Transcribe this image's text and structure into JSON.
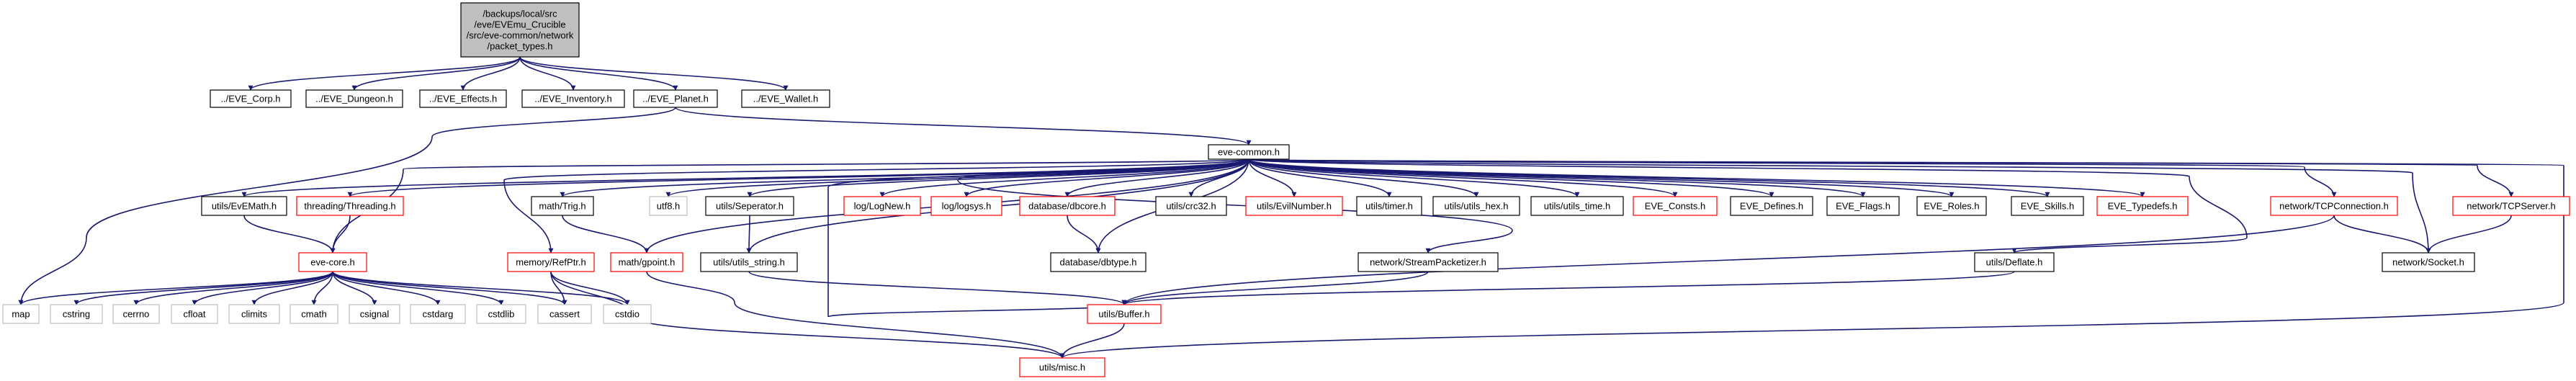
{
  "colors": {
    "edge": "#191970",
    "root_fill": "#bfbfbf",
    "box_stroke_normal": "#000000",
    "box_stroke_missing_doc": "#ff0000",
    "box_stroke_external": "#bfbfbf",
    "label_normal": "#000000",
    "label_external": "#444444"
  },
  "nodes": [
    {
      "id": "root",
      "lines": [
        "/backups/local/src",
        "/eve/EVEmu_Crucible",
        "/src/eve-common/network",
        "/packet_types.h"
      ],
      "style": "root"
    },
    {
      "id": "corp",
      "lines": [
        "../EVE_Corp.h"
      ],
      "style": "normal"
    },
    {
      "id": "dungeon",
      "lines": [
        "../EVE_Dungeon.h"
      ],
      "style": "normal"
    },
    {
      "id": "effects",
      "lines": [
        "../EVE_Effects.h"
      ],
      "style": "normal"
    },
    {
      "id": "inventory",
      "lines": [
        "../EVE_Inventory.h"
      ],
      "style": "normal"
    },
    {
      "id": "planet",
      "lines": [
        "../EVE_Planet.h"
      ],
      "style": "normal"
    },
    {
      "id": "wallet",
      "lines": [
        "../EVE_Wallet.h"
      ],
      "style": "normal"
    },
    {
      "id": "evecommon",
      "lines": [
        "eve-common.h"
      ],
      "style": "normal"
    },
    {
      "id": "evemath",
      "lines": [
        "utils/EvEMath.h"
      ],
      "style": "normal"
    },
    {
      "id": "threading",
      "lines": [
        "threading/Threading.h"
      ],
      "style": "red"
    },
    {
      "id": "evecore",
      "lines": [
        "eve-core.h"
      ],
      "style": "red"
    },
    {
      "id": "map",
      "lines": [
        "map"
      ],
      "style": "ext"
    },
    {
      "id": "cstring",
      "lines": [
        "cstring"
      ],
      "style": "ext"
    },
    {
      "id": "cerrno",
      "lines": [
        "cerrno"
      ],
      "style": "ext"
    },
    {
      "id": "cfloat",
      "lines": [
        "cfloat"
      ],
      "style": "ext"
    },
    {
      "id": "climits",
      "lines": [
        "climits"
      ],
      "style": "ext"
    },
    {
      "id": "cmath",
      "lines": [
        "cmath"
      ],
      "style": "ext"
    },
    {
      "id": "csignal",
      "lines": [
        "csignal"
      ],
      "style": "ext"
    },
    {
      "id": "cstdarg",
      "lines": [
        "cstdarg"
      ],
      "style": "ext"
    },
    {
      "id": "cstdlib",
      "lines": [
        "cstdlib"
      ],
      "style": "ext"
    },
    {
      "id": "cassert",
      "lines": [
        "cassert"
      ],
      "style": "ext"
    },
    {
      "id": "cstdio",
      "lines": [
        "cstdio"
      ],
      "style": "ext"
    },
    {
      "id": "refptr",
      "lines": [
        "memory/RefPtr.h"
      ],
      "style": "red"
    },
    {
      "id": "trig",
      "lines": [
        "math/Trig.h"
      ],
      "style": "normal"
    },
    {
      "id": "gpoint",
      "lines": [
        "math/gpoint.h"
      ],
      "style": "red"
    },
    {
      "id": "utf8",
      "lines": [
        "utf8.h"
      ],
      "style": "ext"
    },
    {
      "id": "seperator",
      "lines": [
        "utils/Seperator.h"
      ],
      "style": "normal"
    },
    {
      "id": "utilsstring",
      "lines": [
        "utils/utils_string.h"
      ],
      "style": "normal"
    },
    {
      "id": "lognew",
      "lines": [
        "log/LogNew.h"
      ],
      "style": "red"
    },
    {
      "id": "logsys",
      "lines": [
        "log/logsys.h"
      ],
      "style": "red"
    },
    {
      "id": "dbcore",
      "lines": [
        "database/dbcore.h"
      ],
      "style": "red"
    },
    {
      "id": "dbtype",
      "lines": [
        "database/dbtype.h"
      ],
      "style": "normal"
    },
    {
      "id": "crc32",
      "lines": [
        "utils/crc32.h"
      ],
      "style": "normal"
    },
    {
      "id": "evilnumber",
      "lines": [
        "utils/EvilNumber.h"
      ],
      "style": "red"
    },
    {
      "id": "timer",
      "lines": [
        "utils/timer.h"
      ],
      "style": "normal"
    },
    {
      "id": "hex",
      "lines": [
        "utils/utils_hex.h"
      ],
      "style": "normal"
    },
    {
      "id": "time",
      "lines": [
        "utils/utils_time.h"
      ],
      "style": "normal"
    },
    {
      "id": "consts",
      "lines": [
        "EVE_Consts.h"
      ],
      "style": "red"
    },
    {
      "id": "defines",
      "lines": [
        "EVE_Defines.h"
      ],
      "style": "normal"
    },
    {
      "id": "flags",
      "lines": [
        "EVE_Flags.h"
      ],
      "style": "normal"
    },
    {
      "id": "roles",
      "lines": [
        "EVE_Roles.h"
      ],
      "style": "normal"
    },
    {
      "id": "skills",
      "lines": [
        "EVE_Skills.h"
      ],
      "style": "normal"
    },
    {
      "id": "typedefs",
      "lines": [
        "EVE_Typedefs.h"
      ],
      "style": "red"
    },
    {
      "id": "tcpconn",
      "lines": [
        "network/TCPConnection.h"
      ],
      "style": "red"
    },
    {
      "id": "tcpserver",
      "lines": [
        "network/TCPServer.h"
      ],
      "style": "red"
    },
    {
      "id": "streampack",
      "lines": [
        "network/StreamPacketizer.h"
      ],
      "style": "normal"
    },
    {
      "id": "deflate",
      "lines": [
        "utils/Deflate.h"
      ],
      "style": "normal"
    },
    {
      "id": "socket",
      "lines": [
        "network/Socket.h"
      ],
      "style": "normal"
    },
    {
      "id": "buffer",
      "lines": [
        "utils/Buffer.h"
      ],
      "style": "red"
    },
    {
      "id": "misc",
      "lines": [
        "utils/misc.h"
      ],
      "style": "red"
    }
  ],
  "edges": [
    [
      "root",
      "corp"
    ],
    [
      "root",
      "dungeon"
    ],
    [
      "root",
      "effects"
    ],
    [
      "root",
      "inventory"
    ],
    [
      "root",
      "planet"
    ],
    [
      "root",
      "wallet"
    ],
    [
      "planet",
      "evecommon"
    ],
    [
      "planet",
      "map"
    ],
    [
      "evecommon",
      "evemath"
    ],
    [
      "evecommon",
      "threading"
    ],
    [
      "evecommon",
      "evecore"
    ],
    [
      "evecommon",
      "refptr"
    ],
    [
      "evecommon",
      "trig"
    ],
    [
      "evecommon",
      "gpoint"
    ],
    [
      "evecommon",
      "utf8"
    ],
    [
      "evecommon",
      "seperator"
    ],
    [
      "evecommon",
      "utilsstring"
    ],
    [
      "evecommon",
      "lognew"
    ],
    [
      "evecommon",
      "logsys"
    ],
    [
      "evecommon",
      "dbcore"
    ],
    [
      "evecommon",
      "dbtype"
    ],
    [
      "evecommon",
      "crc32"
    ],
    [
      "evecommon",
      "evilnumber"
    ],
    [
      "evecommon",
      "timer"
    ],
    [
      "evecommon",
      "hex"
    ],
    [
      "evecommon",
      "time"
    ],
    [
      "evecommon",
      "consts"
    ],
    [
      "evecommon",
      "defines"
    ],
    [
      "evecommon",
      "flags"
    ],
    [
      "evecommon",
      "roles"
    ],
    [
      "evecommon",
      "skills"
    ],
    [
      "evecommon",
      "typedefs"
    ],
    [
      "evecommon",
      "tcpconn"
    ],
    [
      "evecommon",
      "tcpserver"
    ],
    [
      "evecommon",
      "streampack"
    ],
    [
      "evecommon",
      "deflate"
    ],
    [
      "evecommon",
      "socket"
    ],
    [
      "evecommon",
      "buffer"
    ],
    [
      "evecommon",
      "misc"
    ],
    [
      "evemath",
      "evecore"
    ],
    [
      "threading",
      "evecore"
    ],
    [
      "evecore",
      "map"
    ],
    [
      "evecore",
      "cstring"
    ],
    [
      "evecore",
      "cerrno"
    ],
    [
      "evecore",
      "cfloat"
    ],
    [
      "evecore",
      "climits"
    ],
    [
      "evecore",
      "cmath"
    ],
    [
      "evecore",
      "csignal"
    ],
    [
      "evecore",
      "cstdarg"
    ],
    [
      "evecore",
      "cstdlib"
    ],
    [
      "evecore",
      "cassert"
    ],
    [
      "evecore",
      "cstdio"
    ],
    [
      "refptr",
      "cassert"
    ],
    [
      "refptr",
      "cstdio"
    ],
    [
      "trig",
      "gpoint"
    ],
    [
      "gpoint",
      "misc"
    ],
    [
      "refptr",
      "misc"
    ],
    [
      "seperator",
      "utilsstring"
    ],
    [
      "utilsstring",
      "buffer"
    ],
    [
      "dbcore",
      "dbtype"
    ],
    [
      "tcpconn",
      "socket"
    ],
    [
      "tcpconn",
      "buffer"
    ],
    [
      "tcpserver",
      "socket"
    ],
    [
      "streampack",
      "buffer"
    ],
    [
      "deflate",
      "buffer"
    ],
    [
      "buffer",
      "misc"
    ]
  ]
}
